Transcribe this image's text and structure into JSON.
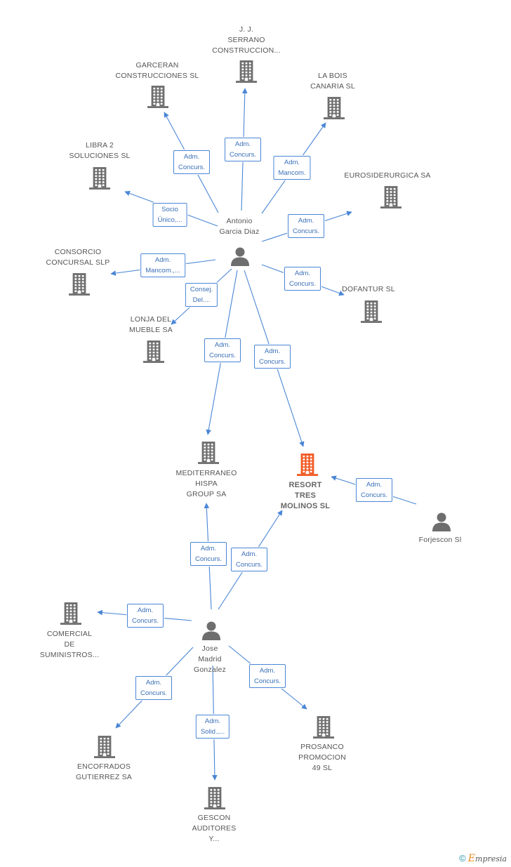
{
  "nodes": [
    {
      "id": "serrano",
      "type": "company",
      "lines": [
        "J.  J.",
        "SERRANO",
        "CONSTRUCCION..."
      ],
      "focal": false
    },
    {
      "id": "garceran",
      "type": "company",
      "lines": [
        "GARCERAN",
        "CONSTRUCCIONES SL"
      ],
      "focal": false
    },
    {
      "id": "labois",
      "type": "company",
      "lines": [
        "LA BOIS",
        "CANARIA SL"
      ],
      "focal": false
    },
    {
      "id": "libra",
      "type": "company",
      "lines": [
        "LIBRA 2",
        "SOLUCIONES SL"
      ],
      "focal": false
    },
    {
      "id": "eurosiderurgica",
      "type": "company",
      "lines": [
        "EUROSIDERURGICA SA"
      ],
      "focal": false
    },
    {
      "id": "antonio",
      "type": "person",
      "lines": [
        "Antonio",
        "Garcia Diaz"
      ],
      "focal": false
    },
    {
      "id": "consorcio",
      "type": "company",
      "lines": [
        "CONSORCIO",
        "CONCURSAL SLP"
      ],
      "focal": false
    },
    {
      "id": "dofantur",
      "type": "company",
      "lines": [
        "DOFANTUR SL"
      ],
      "focal": false
    },
    {
      "id": "lonja",
      "type": "company",
      "lines": [
        "LONJA DEL",
        "MUEBLE SA"
      ],
      "focal": false
    },
    {
      "id": "mediterraneo",
      "type": "company",
      "lines": [
        "MEDITERRANEO",
        "HISPA",
        "GROUP SA"
      ],
      "focal": false
    },
    {
      "id": "resort",
      "type": "company",
      "lines": [
        "RESORT",
        "TRES",
        "MOLINOS SL"
      ],
      "focal": true
    },
    {
      "id": "forjescon",
      "type": "person",
      "lines": [
        "Forjescon Sl"
      ],
      "focal": false
    },
    {
      "id": "comercial",
      "type": "company",
      "lines": [
        "COMERCIAL",
        "DE",
        "SUMINISTROS..."
      ],
      "focal": false
    },
    {
      "id": "jose",
      "type": "person",
      "lines": [
        "Jose",
        "Madrid",
        "Gonzalez"
      ],
      "focal": false
    },
    {
      "id": "encofrados",
      "type": "company",
      "lines": [
        "ENCOFRADOS",
        "GUTIERREZ SA"
      ],
      "focal": false
    },
    {
      "id": "prosanco",
      "type": "company",
      "lines": [
        "PROSANCO",
        "PROMOCION",
        "49 SL"
      ],
      "focal": false
    },
    {
      "id": "gescon",
      "type": "company",
      "lines": [
        "GESCON",
        "AUDITORES",
        "Y..."
      ],
      "focal": false
    }
  ],
  "edges": [
    {
      "from": "antonio",
      "to": "serrano",
      "label": [
        "Adm.",
        "Concurs."
      ]
    },
    {
      "from": "antonio",
      "to": "garceran",
      "label": [
        "Adm.",
        "Concurs."
      ]
    },
    {
      "from": "antonio",
      "to": "labois",
      "label": [
        "Adm.",
        "Mancom."
      ]
    },
    {
      "from": "antonio",
      "to": "libra",
      "label": [
        "Socio",
        "Único,..."
      ]
    },
    {
      "from": "antonio",
      "to": "eurosiderurgica",
      "label": [
        "Adm.",
        "Concurs."
      ]
    },
    {
      "from": "antonio",
      "to": "consorcio",
      "label": [
        "Adm.",
        "Mancom.,..."
      ]
    },
    {
      "from": "antonio",
      "to": "lonja",
      "label": [
        "Consej.",
        "Del...."
      ]
    },
    {
      "from": "antonio",
      "to": "dofantur",
      "label": [
        "Adm.",
        "Concurs."
      ]
    },
    {
      "from": "antonio",
      "to": "mediterraneo",
      "label": [
        "Adm.",
        "Concurs."
      ]
    },
    {
      "from": "antonio",
      "to": "resort",
      "label": [
        "Adm.",
        "Concurs."
      ]
    },
    {
      "from": "forjescon",
      "to": "resort",
      "label": [
        "Adm.",
        "Concurs."
      ]
    },
    {
      "from": "jose",
      "to": "mediterraneo",
      "label": [
        "Adm.",
        "Concurs."
      ]
    },
    {
      "from": "jose",
      "to": "resort",
      "label": [
        "Adm.",
        "Concurs."
      ]
    },
    {
      "from": "jose",
      "to": "comercial",
      "label": [
        "Adm.",
        "Concurs."
      ]
    },
    {
      "from": "jose",
      "to": "encofrados",
      "label": [
        "Adm.",
        "Concurs."
      ]
    },
    {
      "from": "jose",
      "to": "gescon",
      "label": [
        "Adm.",
        "Solid.,..."
      ]
    },
    {
      "from": "jose",
      "to": "prosanco",
      "label": [
        "Adm.",
        "Concurs."
      ]
    }
  ],
  "colors": {
    "edge": "#4a86d6",
    "company_icon": "#6e6e6e",
    "focal_icon": "#f15a24",
    "person_icon": "#6e6e6e",
    "edge_label_text": "#3a6fb8"
  },
  "watermark": {
    "symbol": "©",
    "brand_initial": "E",
    "brand_rest": "mpresia"
  }
}
